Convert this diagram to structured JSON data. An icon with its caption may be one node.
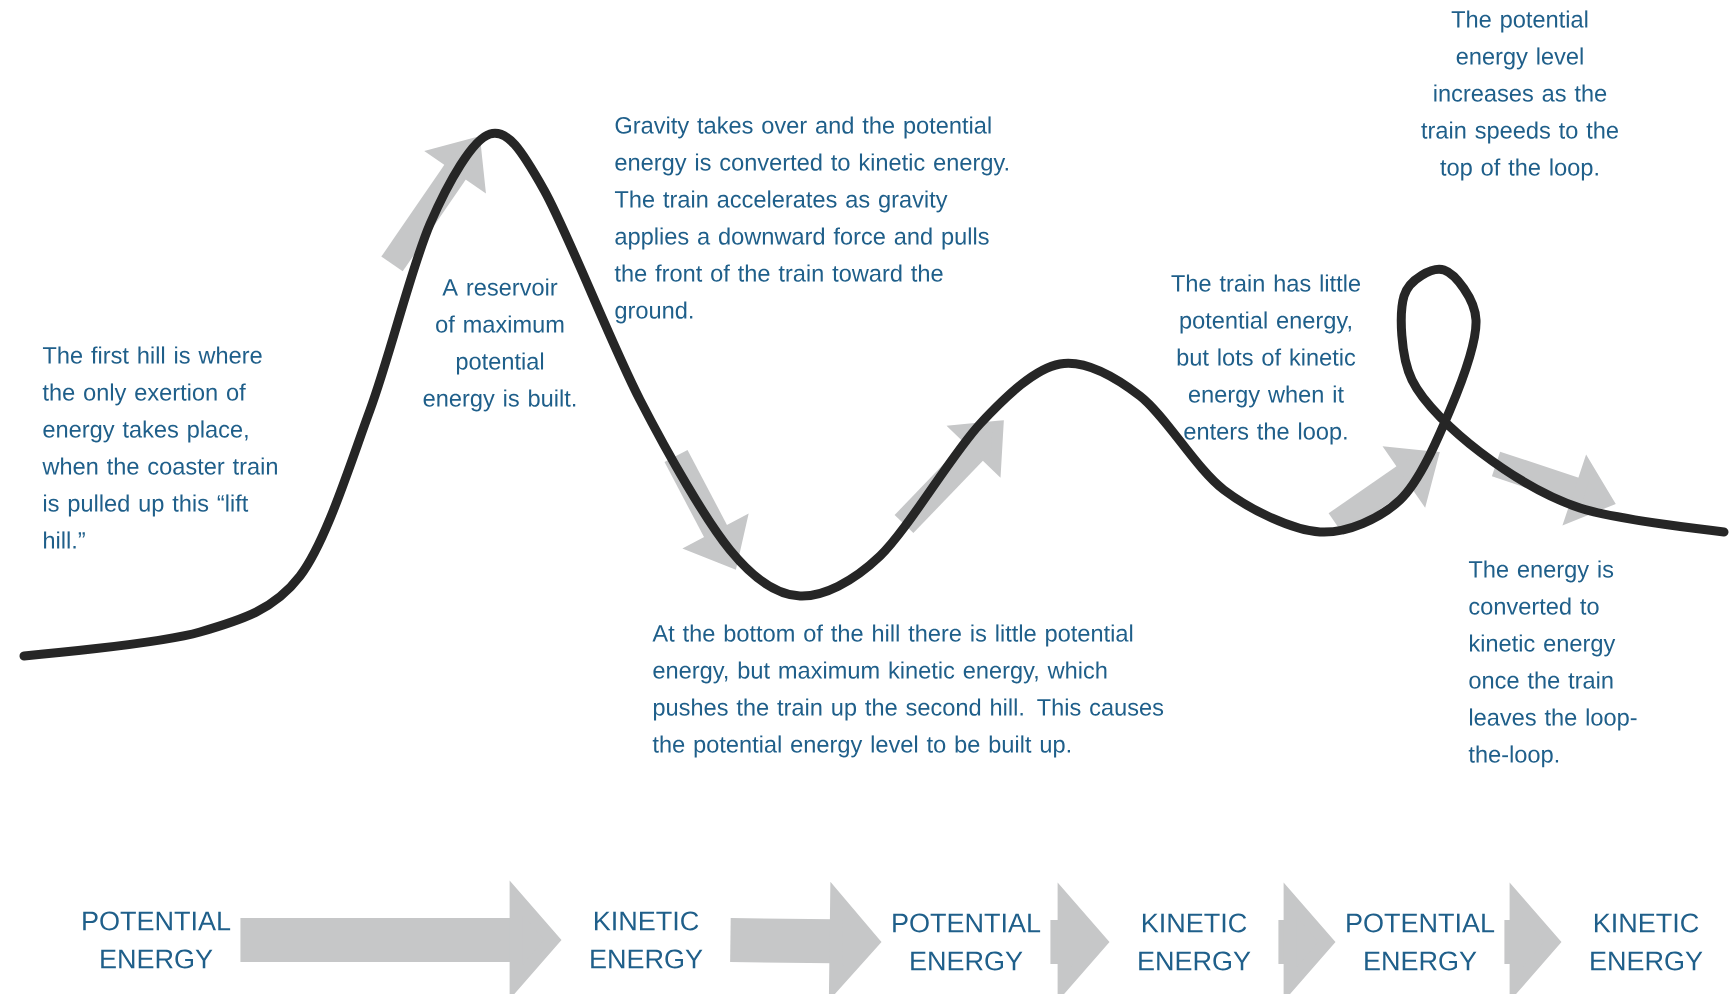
{
  "diagram": {
    "nodes": [
      {
        "text": [
          "POTENTIAL ENERGY"
        ]
      },
      {
        "text": [
          "KINETIC ENERGY"
        ]
      },
      {
        "text": [
          "POTENTIAL ENERGY"
        ]
      },
      {
        "text": [
          "KINETIC ENERGY"
        ]
      },
      {
        "text": [
          "POTENTIAL ENERGY"
        ]
      },
      {
        "text": [
          "KINETIC ENERGY"
        ]
      }
    ],
    "edges": [
      {
        "from": 0,
        "to": 1,
        "arrow": "to"
      },
      {
        "from": 1,
        "to": 2,
        "arrow": "to"
      },
      {
        "from": 2,
        "to": 3,
        "arrow": "to"
      },
      {
        "from": 3,
        "to": 4,
        "arrow": "to"
      },
      {
        "from": 4,
        "to": 5,
        "arrow": "to"
      }
    ],
    "labels": [
      "The first hill is where the only exertion of energy takes place, when the coaster train is pulled up this  “lift hill.”",
      "A reservoir of maximum potential energy is built.",
      "Gravity takes over and the potential energy is converted to kinetic energy. The train accelerates as gravity applies a downward force and pulls the front of the train toward the ground.",
      "At the bottom of the hill there is little potential energy, but maximum kinetic energy, which pushes the train up the second hill. This causes the potential energy level to be built up.",
      "The train has little potential energy, but lots of kinetic energy when it enters the loop.",
      "The potential energy level increases as the train speeds to the top of the loop.",
      "The energy is converted to kinetic energy once the train leaves the loop-the-loop."
    ]
  }
}
